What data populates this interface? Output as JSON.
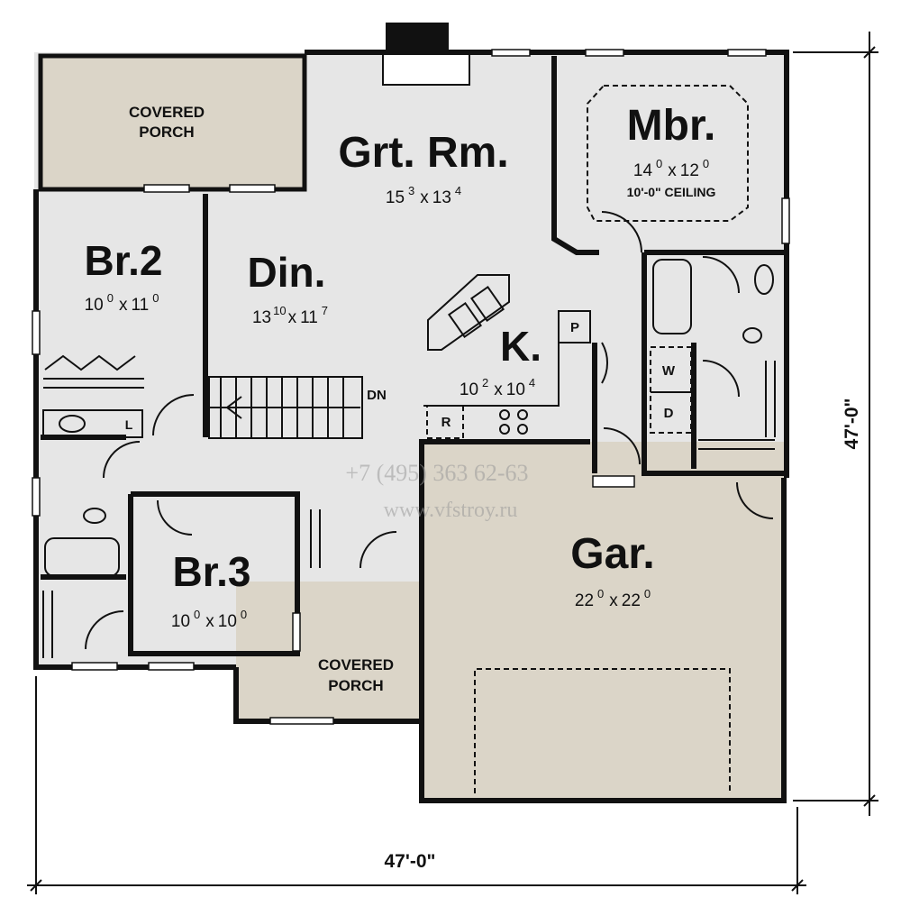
{
  "colors": {
    "floor": "#e6e6e6",
    "porch": "#dbd5c8",
    "wall": "#111111"
  },
  "rooms": {
    "porch_top": {
      "line1": "COVERED",
      "line2": "PORCH"
    },
    "great_room": {
      "name": "Grt. Rm.",
      "w": "15",
      "w_in": "3",
      "x": "x",
      "l": "13",
      "l_in": "4"
    },
    "master": {
      "name": "Mbr.",
      "w": "14",
      "w_in": "0",
      "x": "x",
      "l": "12",
      "l_in": "0",
      "note": "10'-0\" CEILING"
    },
    "bedroom2": {
      "name": "Br.2",
      "w": "10",
      "w_in": "0",
      "x": "x",
      "l": "11",
      "l_in": "0"
    },
    "dining": {
      "name": "Din.",
      "w": "13",
      "w_in": "10",
      "x": "x",
      "l": "11",
      "l_in": "7"
    },
    "kitchen": {
      "name": "K.",
      "w": "10",
      "w_in": "2",
      "x": "x",
      "l": "10",
      "l_in": "4"
    },
    "garage": {
      "name": "Gar.",
      "w": "22",
      "w_in": "0",
      "x": "x",
      "l": "22",
      "l_in": "0"
    },
    "bedroom3": {
      "name": "Br.3",
      "w": "10",
      "w_in": "0",
      "x": "x",
      "l": "10",
      "l_in": "0"
    },
    "porch_bottom": {
      "line1": "COVERED",
      "line2": "PORCH"
    }
  },
  "labels": {
    "stairs": "DN",
    "pantry": "P",
    "refrigerator": "R",
    "washer": "W",
    "dryer": "D",
    "linen": "L"
  },
  "dimensions": {
    "width": "47'-0\"",
    "depth": "47'-0\""
  },
  "watermark": {
    "phone": "+7 (495) 363 62-63",
    "url": "www.vfstroy.ru"
  }
}
